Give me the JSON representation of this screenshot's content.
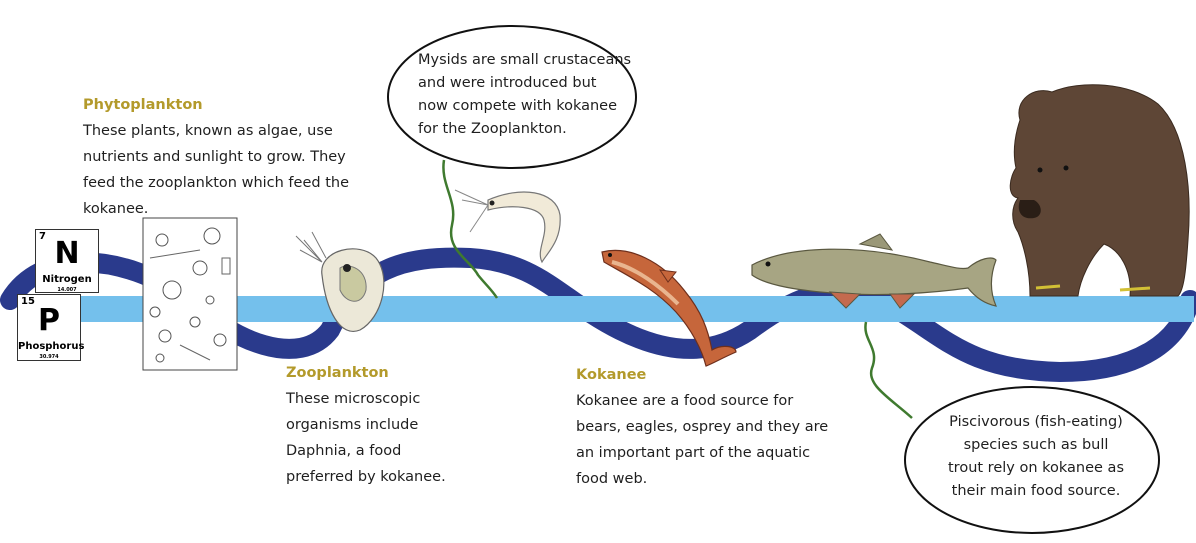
{
  "colors": {
    "stream": "#74c0ec",
    "wave": "#2a3a8c",
    "tether": "#3f7a2f",
    "heading": "#b39a2b"
  },
  "elements": [
    {
      "number": "7",
      "symbol": "N",
      "name": "Nitrogen",
      "mass": "14.007"
    },
    {
      "number": "15",
      "symbol": "P",
      "name": "Phosphorus",
      "mass": "30.974"
    }
  ],
  "sections": {
    "phytoplankton": {
      "title": "Phytoplankton",
      "lines": [
        "These plants, known as algae, use",
        "nutrients and sunlight to grow. They",
        "feed the zooplankton which feed the",
        "kokanee."
      ]
    },
    "zooplankton": {
      "title": "Zooplankton",
      "lines": [
        "These microscopic",
        "organisms include",
        "Daphnia, a food",
        "preferred by kokanee."
      ]
    },
    "kokanee": {
      "title": "Kokanee",
      "lines": [
        "Kokanee are a food source for",
        "bears, eagles, osprey and they are",
        "an important part of the aquatic",
        "food web."
      ]
    }
  },
  "bubbles": {
    "mysids": {
      "lines": [
        "Mysids are small crustaceans",
        "and were introduced but",
        "now compete with kokanee",
        "for the Zooplankton."
      ]
    },
    "piscivorous": {
      "lines": [
        "Piscivorous (fish-eating)",
        "species such as bull",
        "trout rely on kokanee as",
        "their main food source."
      ]
    }
  },
  "organisms": [
    "algae-illustration",
    "daphnia-illustration",
    "mysid-illustration",
    "kokanee-illustration",
    "bull-trout-illustration",
    "bear-illustration"
  ]
}
